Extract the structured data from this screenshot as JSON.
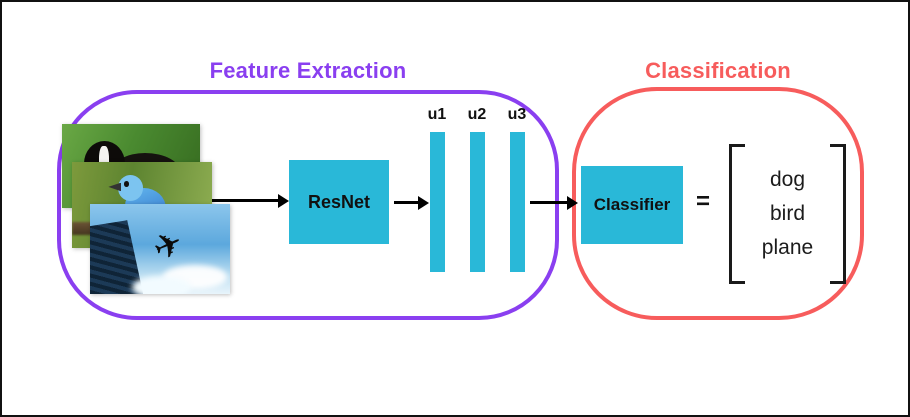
{
  "pipeline": {
    "feature_extraction": {
      "title": "Feature Extraction",
      "resnet_label": "ResNet",
      "bars": [
        "u1",
        "u2",
        "u3"
      ]
    },
    "classification": {
      "title": "Classification",
      "classifier_label": "Classifier",
      "equals_sign": "=",
      "outputs": [
        "dog",
        "bird",
        "plane"
      ]
    },
    "images": [
      "dog-photo",
      "bird-photo",
      "airplane-photo"
    ],
    "icons": {
      "airplane_glyph": "✈"
    },
    "colors": {
      "purple_outline": "#8A3FF0",
      "red_outline": "#F75C5C",
      "cyan_fill": "#29B8D8",
      "text": "#111111"
    }
  }
}
